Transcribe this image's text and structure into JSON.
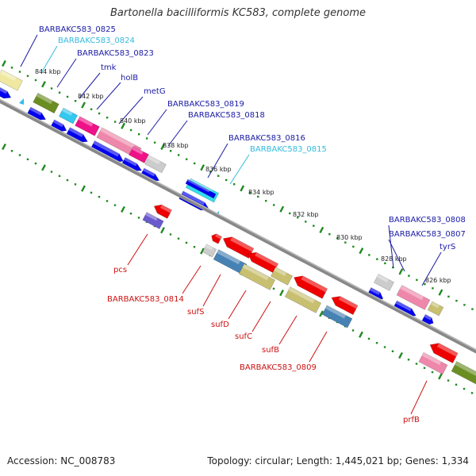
{
  "title": "Bartonella bacilliformis KC583, complete genome",
  "footer": {
    "accession": "Accession: NC_008783",
    "stats": "Topology: circular; Length: 1,445,021 bp; Genes: 1,334"
  },
  "scale_labels": [
    "844 kbp",
    "842 kbp",
    "840 kbp",
    "838 kbp",
    "836 kbp",
    "834 kbp",
    "832 kbp",
    "830 kbp",
    "828 kbp",
    "826 kbp"
  ],
  "gene_labels_top": [
    {
      "text": "BARBAKC583_0825",
      "color": "#1a1aa6"
    },
    {
      "text": "BARBAKC583_0824",
      "color": "#33bbdd"
    },
    {
      "text": "BARBAKC583_0823",
      "color": "#1a1aa6"
    },
    {
      "text": "tmk",
      "color": "#1a1aa6"
    },
    {
      "text": "holB",
      "color": "#1a1aa6"
    },
    {
      "text": "metG",
      "color": "#1a1aa6"
    },
    {
      "text": "BARBAKC583_0819",
      "color": "#1a1aa6"
    },
    {
      "text": "BARBAKC583_0818",
      "color": "#1a1aa6"
    },
    {
      "text": "BARBAKC583_0816",
      "color": "#1a1aa6"
    },
    {
      "text": "BARBAKC583_0815",
      "color": "#33bbdd"
    },
    {
      "text": "BARBAKC583_0808",
      "color": "#1a1aa6"
    },
    {
      "text": "BARBAKC583_0807",
      "color": "#1a1aa6"
    },
    {
      "text": "tyrS",
      "color": "#1a1aa6"
    }
  ],
  "gene_labels_bottom": [
    {
      "text": "pcs",
      "color": "#cc1111"
    },
    {
      "text": "BARBAKC583_0814",
      "color": "#cc1111"
    },
    {
      "text": "sufS",
      "color": "#cc1111"
    },
    {
      "text": "sufD",
      "color": "#cc1111"
    },
    {
      "text": "sufC",
      "color": "#cc1111"
    },
    {
      "text": "sufB",
      "color": "#cc1111"
    },
    {
      "text": "BARBAKC583_0809",
      "color": "#cc1111"
    },
    {
      "text": "prfB",
      "color": "#cc1111"
    }
  ],
  "colors": {
    "backbone": "#777777",
    "tick": "#1f8a1f",
    "forward": "#0000ee",
    "reverse": "#ee0000",
    "olive": "#c8c070",
    "khaki": "#f0e8a0",
    "pink": "#ee88aa",
    "magenta": "#ee1188",
    "grey": "#cccccc",
    "steel": "#4682b4",
    "cyan": "#33ddee",
    "green": "#6b8e23",
    "slate": "#6a5acd"
  }
}
